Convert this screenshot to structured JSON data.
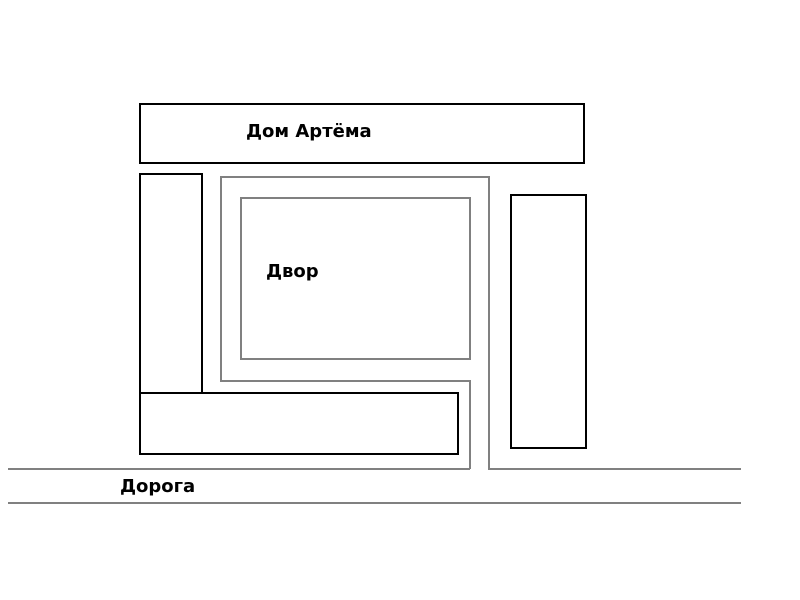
{
  "labels": {
    "house": "Дом Артёма",
    "yard": "Двор",
    "road": "Дорога"
  },
  "colors": {
    "building_stroke": "#000000",
    "path_stroke": "#808080",
    "background": "#ffffff"
  }
}
